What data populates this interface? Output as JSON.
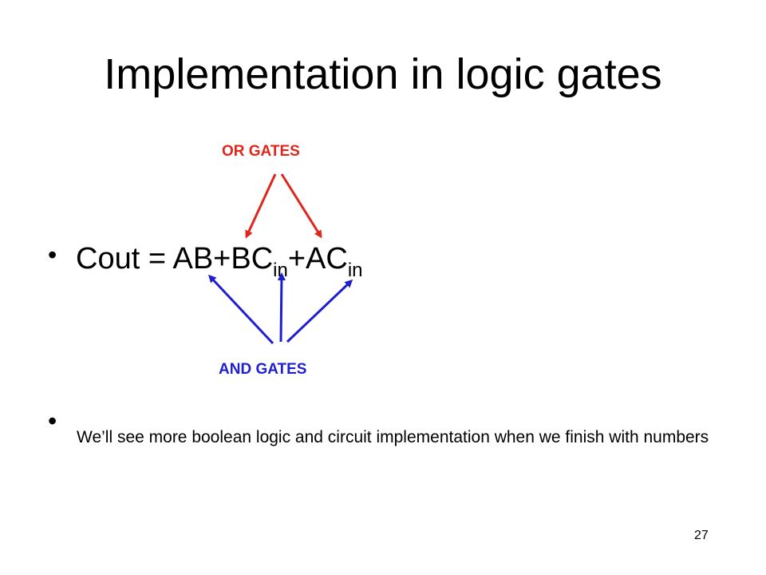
{
  "slide": {
    "title": "Implementation in logic gates",
    "or_label": "OR GATES",
    "and_label": "AND GATES",
    "formula": {
      "prefix": "Cout = AB+BC",
      "sub1": "in",
      "middle": "+AC",
      "sub2": "in"
    },
    "bullets": [
      "•",
      "•"
    ],
    "note": "We’ll see more boolean logic and circuit implementation when we finish with numbers",
    "page_number": "27"
  },
  "colors": {
    "or_arrows": "#e0261c",
    "and_arrows": "#1f1fd1",
    "text": "#000000"
  }
}
